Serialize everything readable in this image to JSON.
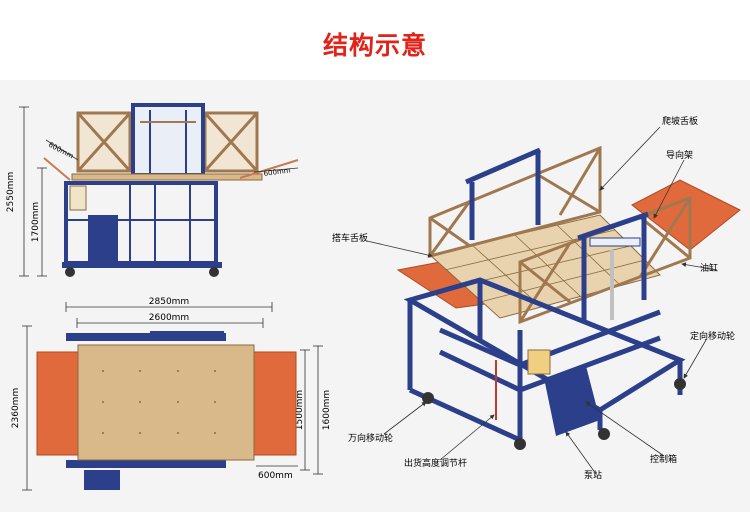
{
  "title": "结构示意",
  "front_view": {
    "overall_height": "2550mm",
    "base_height": "1700mm",
    "left_extension": "600mm",
    "right_extension": "600mm"
  },
  "top_view": {
    "overall_length": "2850mm",
    "inner_length": "2600mm",
    "overall_width": "2360mm",
    "platform_width": "1500mm",
    "frame_width": "1600mm",
    "extension": "600mm"
  },
  "callouts": {
    "climbing_plate": "爬坡舌板",
    "guide_frame": "导向架",
    "ramp_plate": "搭车舌板",
    "oil_cylinder": "油缸",
    "fixed_wheel": "定向移动轮",
    "swivel_wheel": "万向移动轮",
    "height_rod": "出货高度调节杆",
    "control_box": "控制箱",
    "pump_station": "泵站"
  },
  "colors": {
    "title": "#e2231a",
    "frame": "#2b3f8a",
    "deck": "#d9b98a",
    "extension": "#e06a3c",
    "wood": "#c8a878"
  }
}
